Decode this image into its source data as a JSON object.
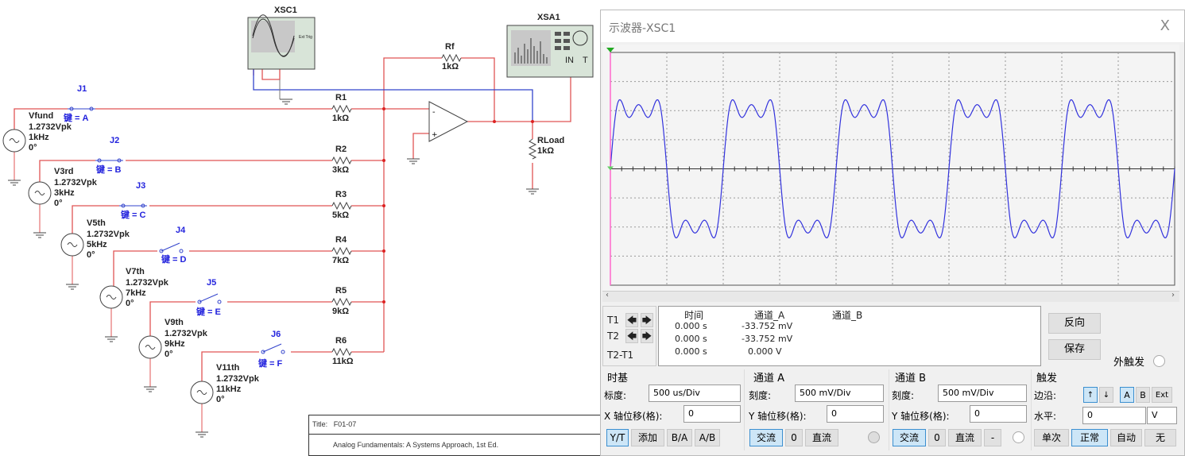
{
  "schematic": {
    "scope_label": "XSC1",
    "analyzer_label": "XSA1",
    "scope_ext_trig": "Ext Trig",
    "analyzer_in": "IN",
    "analyzer_t": "T",
    "rf": {
      "name": "Rf",
      "value": "1kΩ"
    },
    "rload": {
      "name": "RLoad",
      "value": "1kΩ"
    },
    "sources": [
      {
        "name": "Vfund",
        "amp": "1.2732Vpk",
        "freq": "1kHz",
        "phase": "0°",
        "switch": "J1",
        "key": "键 = A",
        "res": "R1",
        "res_val": "1kΩ",
        "closed": true
      },
      {
        "name": "V3rd",
        "amp": "1.2732Vpk",
        "freq": "3kHz",
        "phase": "0°",
        "switch": "J2",
        "key": "键 = B",
        "res": "R2",
        "res_val": "3kΩ",
        "closed": true
      },
      {
        "name": "V5th",
        "amp": "1.2732Vpk",
        "freq": "5kHz",
        "phase": "0°",
        "switch": "J3",
        "key": "键 = C",
        "res": "R3",
        "res_val": "5kΩ",
        "closed": true
      },
      {
        "name": "V7th",
        "amp": "1.2732Vpk",
        "freq": "7kHz",
        "phase": "0°",
        "switch": "J4",
        "key": "键 = D",
        "res": "R4",
        "res_val": "7kΩ",
        "closed": false
      },
      {
        "name": "V9th",
        "amp": "1.2732Vpk",
        "freq": "9kHz",
        "phase": "0°",
        "switch": "J5",
        "key": "键 = E",
        "res": "R5",
        "res_val": "9kΩ",
        "closed": false
      },
      {
        "name": "V11th",
        "amp": "1.2732Vpk",
        "freq": "11kHz",
        "phase": "0°",
        "switch": "J6",
        "key": "键 = F",
        "res": "R6",
        "res_val": "11kΩ",
        "closed": false
      }
    ],
    "title_block": {
      "title_label": "Title:",
      "title": "F01-07",
      "subtitle": "Analog Fundamentals: A Systems Approach, 1st Ed."
    }
  },
  "scope": {
    "window_title": "示波器-XSC1",
    "close": "X",
    "trace_color": "#3333dd",
    "harmonics": [
      1,
      3,
      5
    ],
    "cursors": {
      "headers": [
        "时间",
        "通道_A",
        "通道_B"
      ],
      "rows": [
        {
          "label": "T1",
          "time": "0.000 s",
          "a": "-33.752 mV"
        },
        {
          "label": "T2",
          "time": "0.000 s",
          "a": "-33.752 mV"
        },
        {
          "label": "T2-T1",
          "time": "0.000 s",
          "a": "0.000 V"
        }
      ]
    },
    "reverse": "反向",
    "save": "保存",
    "ext_trigger": "外触发",
    "timebase": {
      "title": "时基",
      "scale_label": "标度:",
      "scale": "500 us/Div",
      "xpos_label": "X 轴位移(格):",
      "xpos": "0",
      "modes": [
        "Y/T",
        "添加",
        "B/A",
        "A/B"
      ]
    },
    "chA": {
      "title": "通道 A",
      "scale_label": "刻度:",
      "scale": "500 mV/Div",
      "ypos_label": "Y 轴位移(格):",
      "ypos": "0",
      "coupling": [
        "交流",
        "0",
        "直流"
      ]
    },
    "chB": {
      "title": "通道 B",
      "scale_label": "刻度:",
      "scale": "500 mV/Div",
      "ypos_label": "Y 轴位移(格):",
      "ypos": "0",
      "coupling": [
        "交流",
        "0",
        "直流",
        "-"
      ]
    },
    "trigger": {
      "title": "触发",
      "edge_label": "边沿:",
      "edges": [
        "↑",
        "↓"
      ],
      "sources": [
        "A",
        "B",
        "Ext"
      ],
      "level_label": "水平:",
      "level": "0",
      "level_unit": "V",
      "modes": [
        "单次",
        "正常",
        "自动",
        "无"
      ]
    }
  }
}
